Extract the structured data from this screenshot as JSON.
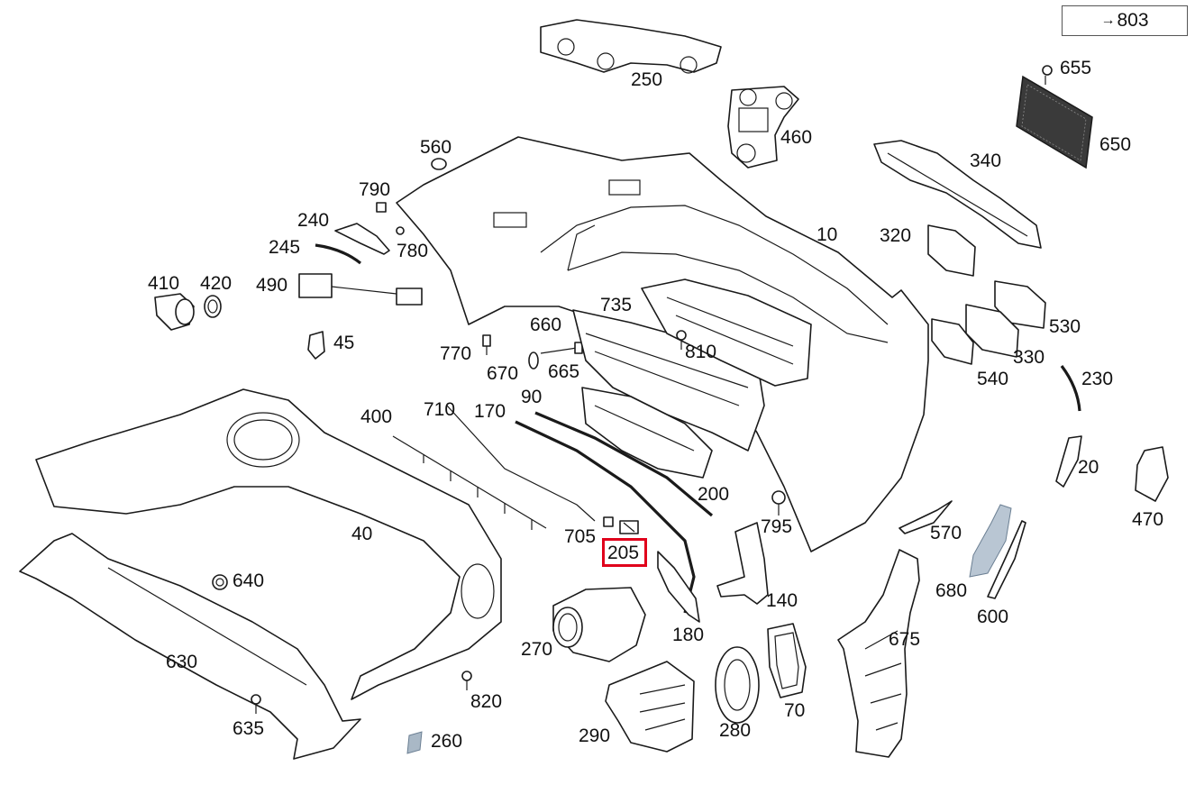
{
  "reference_box": {
    "arrow": "→",
    "label": "803"
  },
  "highlighted_part": "205",
  "labels": {
    "l250": "250",
    "l655": "655",
    "l460": "460",
    "l650": "650",
    "l560": "560",
    "l340": "340",
    "l790": "790",
    "l240": "240",
    "l10": "10",
    "l320": "320",
    "l245": "245",
    "l780": "780",
    "l410": "410",
    "l420": "420",
    "l490": "490",
    "l735": "735",
    "l530": "530",
    "l660": "660",
    "l45": "45",
    "l330": "330",
    "l770": "770",
    "l810": "810",
    "l670": "670",
    "l665": "665",
    "l540": "540",
    "l230": "230",
    "l90": "90",
    "l710": "710",
    "l170": "170",
    "l400": "400",
    "l20": "20",
    "l200": "200",
    "l470": "470",
    "l795": "795",
    "l570": "570",
    "l40": "40",
    "l705": "705",
    "l205": "205",
    "l640": "640",
    "l140": "140",
    "l680": "680",
    "l600": "600",
    "l270": "270",
    "l180": "180",
    "l675": "675",
    "l630": "630",
    "l820": "820",
    "l70": "70",
    "l635": "635",
    "l290": "290",
    "l280": "280",
    "l260": "260"
  }
}
